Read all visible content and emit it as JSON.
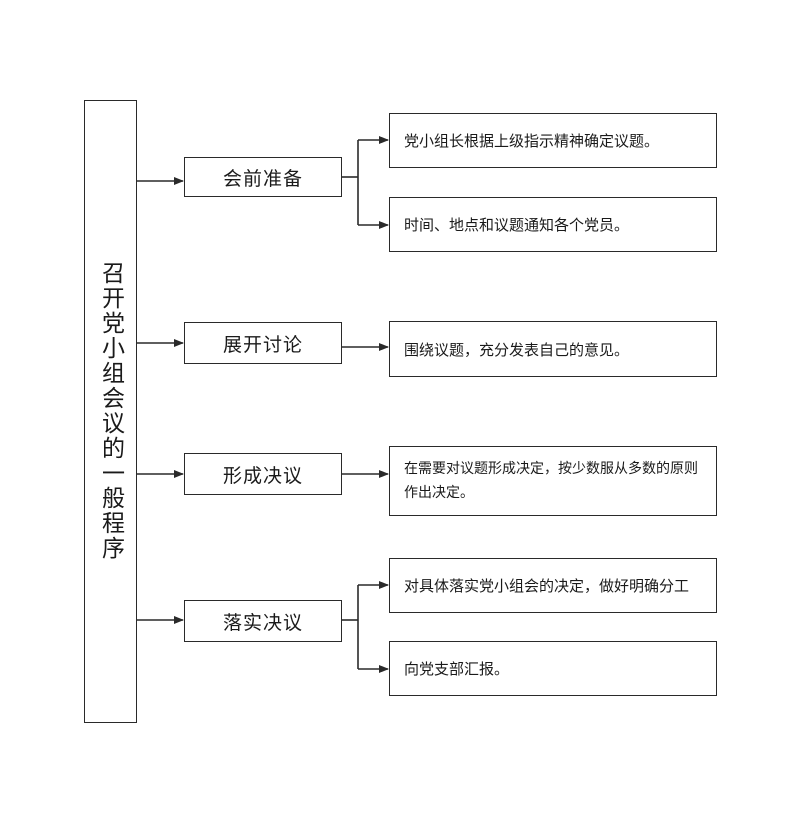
{
  "root": {
    "label": "召开党小组会议的一般程序"
  },
  "steps": [
    {
      "label": "会前准备"
    },
    {
      "label": "展开讨论"
    },
    {
      "label": "形成决议"
    },
    {
      "label": "落实决议"
    }
  ],
  "details": [
    {
      "text": "党小组长根据上级指示精神确定议题。"
    },
    {
      "text": "时间、地点和议题通知各个党员。"
    },
    {
      "text": "围绕议题，充分发表自己的意见。"
    },
    {
      "text": "在需要对议题形成决定，按少数服从多数的原则作出决定。"
    },
    {
      "text": "对具体落实党小组会的决定，做好明确分工"
    },
    {
      "text": "向党支部汇报。"
    }
  ]
}
